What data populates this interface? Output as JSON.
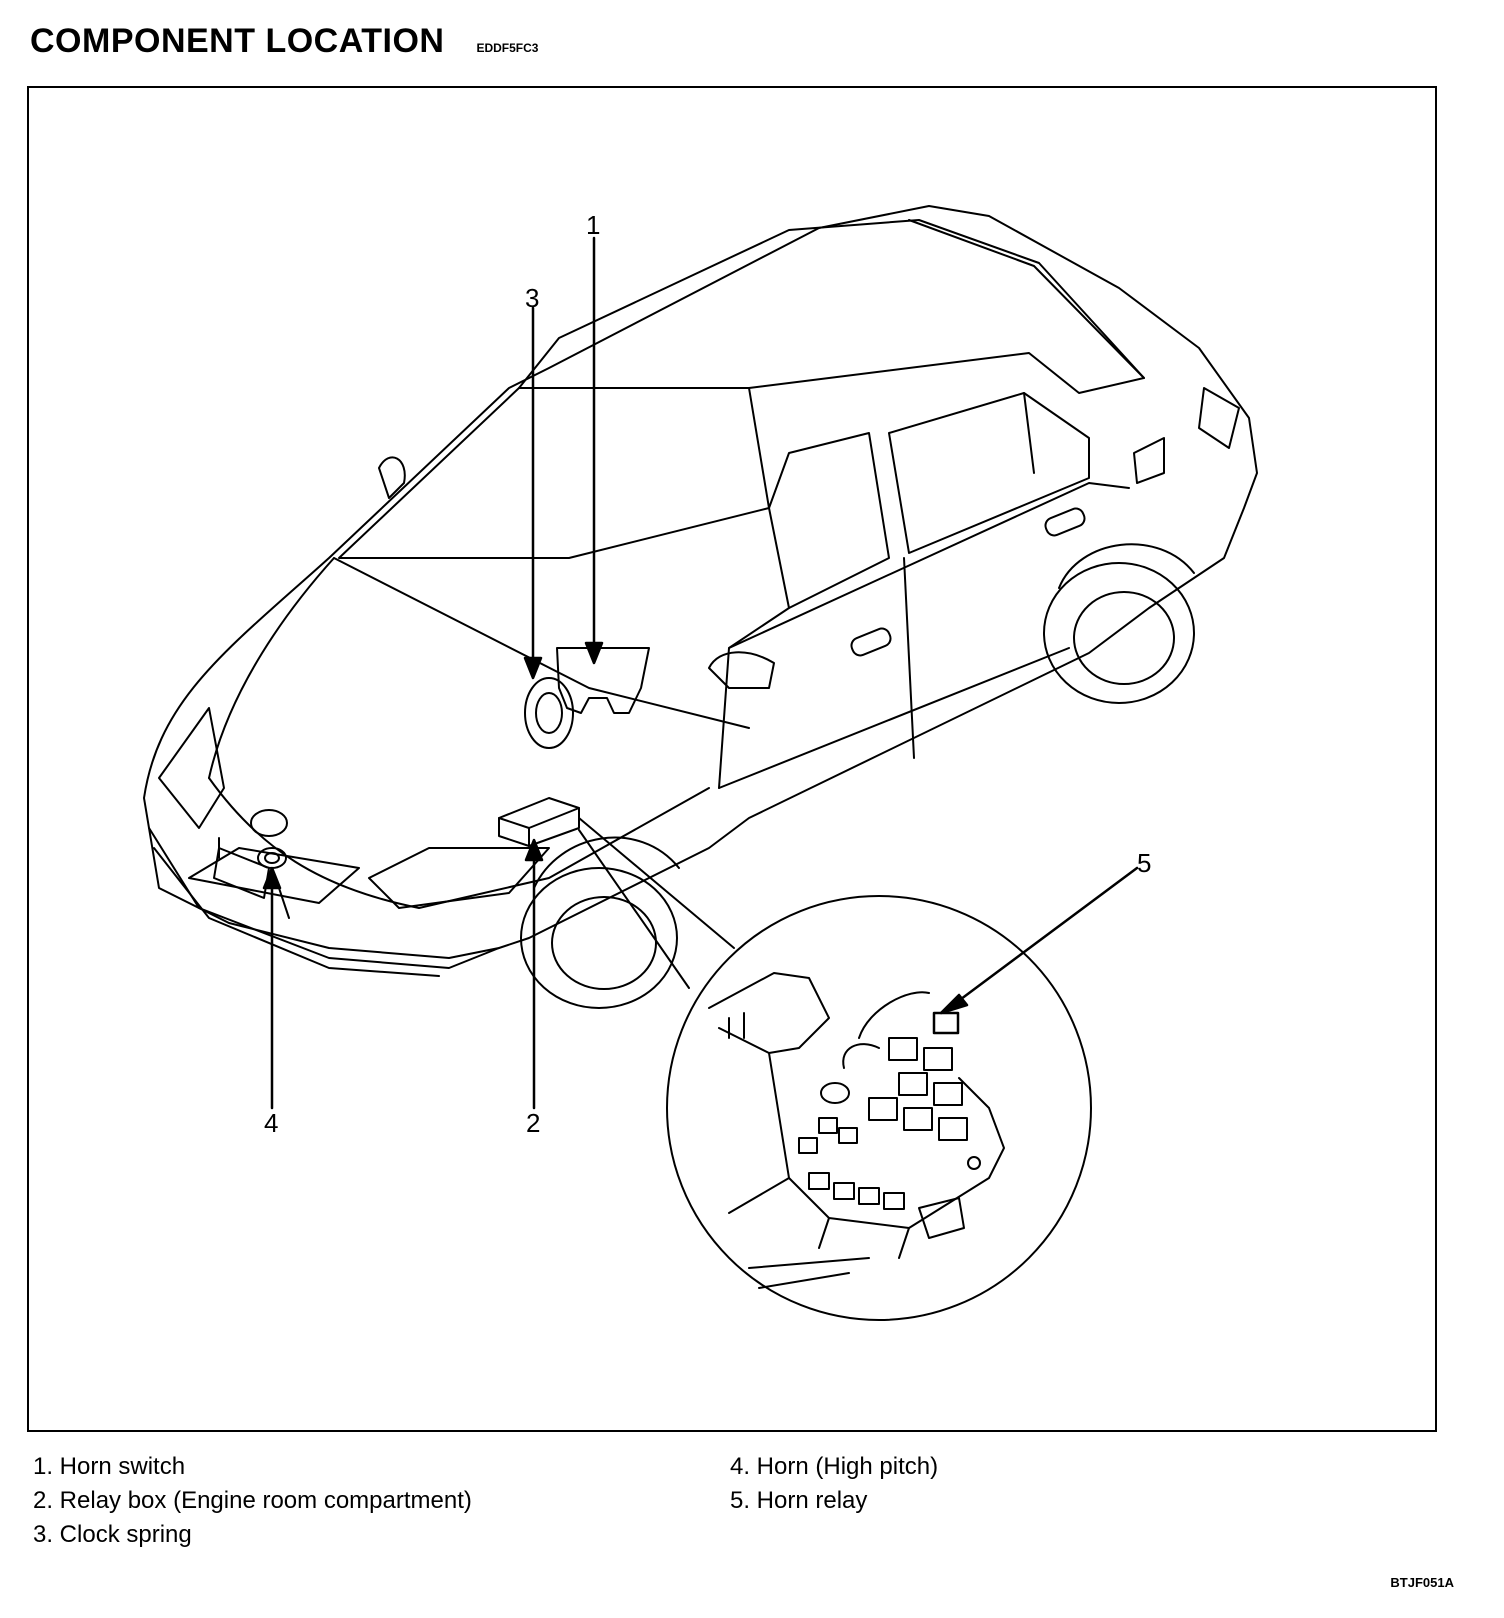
{
  "header": {
    "title": "COMPONENT LOCATION",
    "code": "EDDF5FC3"
  },
  "callouts": {
    "c1": "1",
    "c2": "2",
    "c3": "3",
    "c4": "4",
    "c5": "5"
  },
  "legend": {
    "left": [
      "1. Horn switch",
      "2. Relay box (Engine room compartment)",
      "3. Clock spring"
    ],
    "right": [
      "4. Horn (High pitch)",
      "5. Horn relay"
    ]
  },
  "figure_code": "BTJF051A"
}
